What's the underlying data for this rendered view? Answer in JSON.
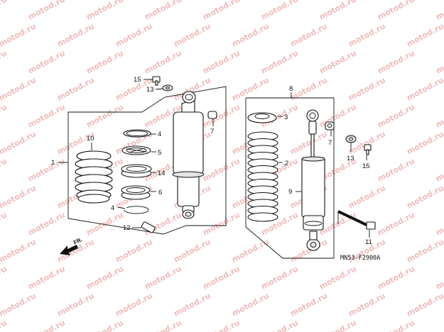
{
  "watermark": "motod.ru",
  "diagram_code": "MN53-F2900A",
  "direction_label": "FR.",
  "callouts": [
    "1",
    "2",
    "3",
    "4",
    "4",
    "5",
    "6",
    "7",
    "7",
    "8",
    "9",
    "10",
    "11",
    "12",
    "13",
    "13",
    "14",
    "15",
    "15"
  ]
}
